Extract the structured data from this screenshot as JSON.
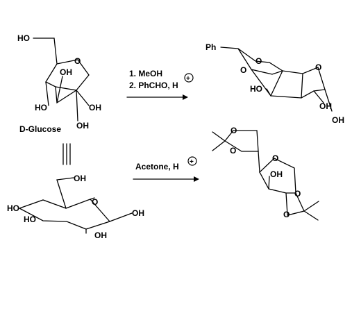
{
  "molecules": {
    "glucose_chair": {
      "name": "D-Glucose",
      "labels": [
        "HO",
        "O",
        "OH",
        "HO",
        "OH",
        "OH"
      ]
    },
    "glucose_haworth": {
      "labels": [
        "OH",
        "HO",
        "HO",
        "OH",
        "OH",
        "O"
      ]
    },
    "benzylidene_product": {
      "labels": [
        "Ph",
        "O",
        "O",
        "O",
        "HO",
        "OH",
        "OH"
      ]
    },
    "diacetonide_product": {
      "labels": [
        "O",
        "O",
        "O",
        "OH",
        "O",
        "O"
      ]
    }
  },
  "reactions": {
    "top": {
      "reagent_1": "1. MeOH",
      "reagent_2": "2. PhCHO, H",
      "charge": "+"
    },
    "bottom": {
      "reagent": "Acetone, H",
      "charge": "+"
    }
  },
  "equivalence_symbol": "|||"
}
